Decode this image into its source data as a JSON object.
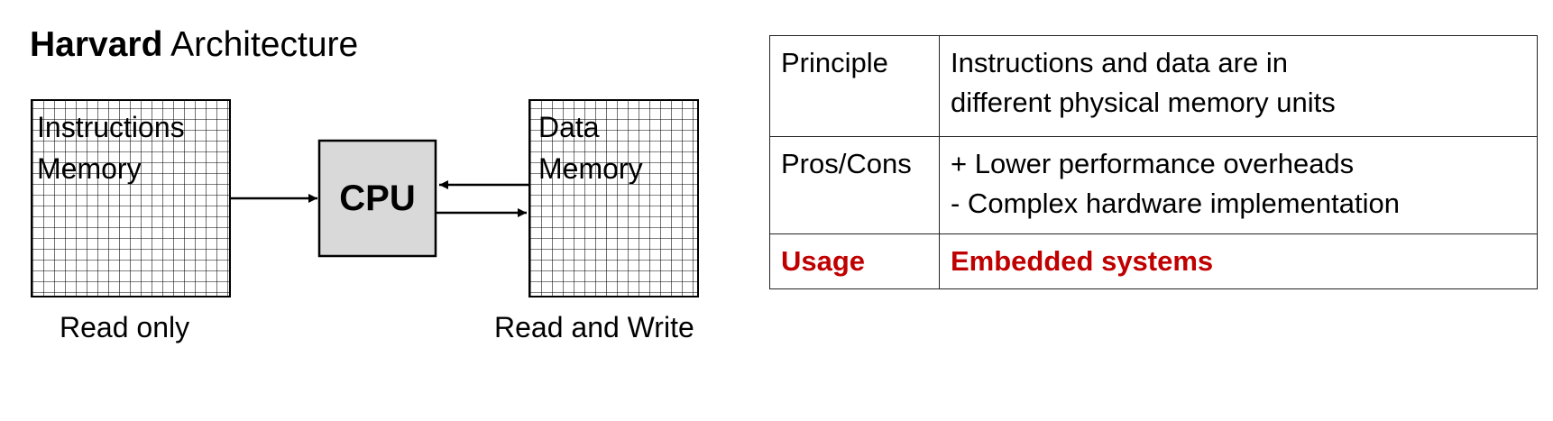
{
  "title": {
    "bold": "Harvard",
    "rest": "Architecture"
  },
  "diagram": {
    "instructions_memory": {
      "line1": "Instructions",
      "line2": "Memory",
      "caption": "Read only"
    },
    "cpu": {
      "label": "CPU"
    },
    "data_memory": {
      "line1": "Data",
      "line2": "Memory",
      "caption": "Read and Write"
    }
  },
  "table": {
    "rows": [
      {
        "key": "Principle",
        "lines": [
          "Instructions and data are in",
          "different physical memory units"
        ]
      },
      {
        "key": "Pros/Cons",
        "lines": [
          "+  Lower performance overheads",
          "-  Complex hardware implementation"
        ]
      },
      {
        "key": "Usage",
        "lines": [
          "Embedded systems"
        ],
        "color": "#c00000"
      }
    ]
  }
}
